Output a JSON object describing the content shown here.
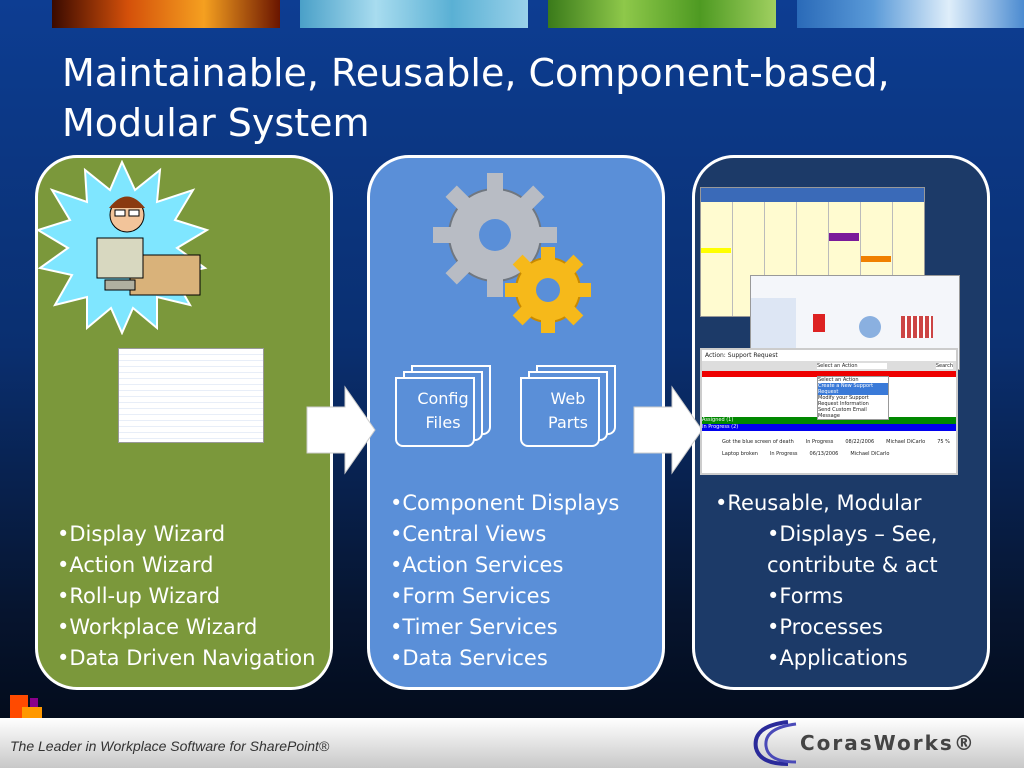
{
  "title": "Maintainable, Reusable, Component-based, Modular System",
  "left_panel": {
    "bullets": [
      "•Display Wizard",
      "•Action Wizard",
      "•Roll-up Wizard",
      "•Workplace Wizard",
      "•Data Driven Navigation"
    ]
  },
  "middle_panel": {
    "docs": [
      {
        "line1": "Config",
        "line2": "Files"
      },
      {
        "line1": "Web",
        "line2": "Parts"
      }
    ],
    "bullets": [
      "•Component Displays",
      "•Central Views",
      "•Action Services",
      "•Form Services",
      "•Timer Services",
      "•Data Services"
    ]
  },
  "right_panel": {
    "bullets": [
      {
        "text": "•Reusable, Modular",
        "indent": false
      },
      {
        "text": "•Displays – See,",
        "indent": true
      },
      {
        "text": "contribute & act",
        "indent": true
      },
      {
        "text": "•Forms",
        "indent": true
      },
      {
        "text": "•Processes",
        "indent": true
      },
      {
        "text": "•Applications",
        "indent": true
      }
    ],
    "screenshot": {
      "title": "Action: Support Request",
      "select": "Select an Action",
      "search": "Search",
      "options": [
        "Select an Action",
        "Create a New Support Request",
        "Modify your Support Request Information",
        "Send Custom Email Message"
      ],
      "groups": [
        "Assigned (1)",
        "In Progress (2)"
      ],
      "rows": [
        [
          "Got the blue screen of death",
          "In Progress",
          "08/22/2006",
          "Michael DiCarlo",
          "75 %"
        ],
        [
          "Laptop broken",
          "In Progress",
          "06/13/2006",
          "Michael DiCarlo",
          ""
        ]
      ]
    }
  },
  "footer": {
    "tagline": "The Leader in Workplace Software for SharePoint®",
    "brand": "CorasWorks®"
  },
  "colors": {
    "left": "#7b983b",
    "middle": "#5a8fd8",
    "right": "#1c3a68"
  }
}
